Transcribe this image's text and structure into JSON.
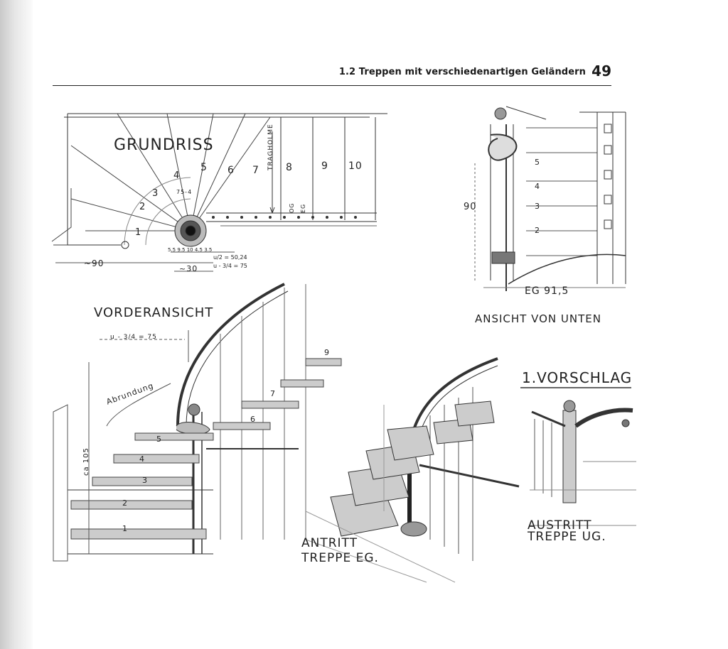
{
  "header": {
    "title": "1.2 Treppen mit verschiedenartigen Geländern",
    "page_number": "49"
  },
  "sketches": {
    "grundriss": {
      "label": "GRUNDRISS",
      "step_numbers": [
        "1",
        "2",
        "3",
        "4",
        "5",
        "6",
        "7",
        "8",
        "9",
        "10"
      ],
      "annotations": [
        "TRAGHOLME",
        "OG",
        "EG",
        "75-4",
        "~90",
        "~30",
        "5.5 9.5 10 4.5 3.5",
        "u/2 = 50,24",
        "u - 3/4 = 75"
      ]
    },
    "ansicht_von_unten": {
      "label": "ANSICHT VON UNTEN",
      "step_numbers": [
        "2",
        "3",
        "4",
        "5"
      ],
      "annotations": [
        "90",
        "EG 91,5"
      ]
    },
    "vorderansicht": {
      "label": "VORDERANSICHT",
      "step_numbers": [
        "1",
        "2",
        "3",
        "4",
        "5",
        "6",
        "7",
        "9"
      ],
      "annotations": [
        "u - 3/4 = 75",
        "Abrundung",
        "ca 105"
      ]
    },
    "antritt": {
      "label_line1": "ANTRITT",
      "label_line2": "TREPPE EG."
    },
    "vorschlag": {
      "label": "1.VORSCHLAG"
    },
    "austritt": {
      "label_line1": "AUSTRITT",
      "label_line2": "TREPPE UG."
    }
  }
}
